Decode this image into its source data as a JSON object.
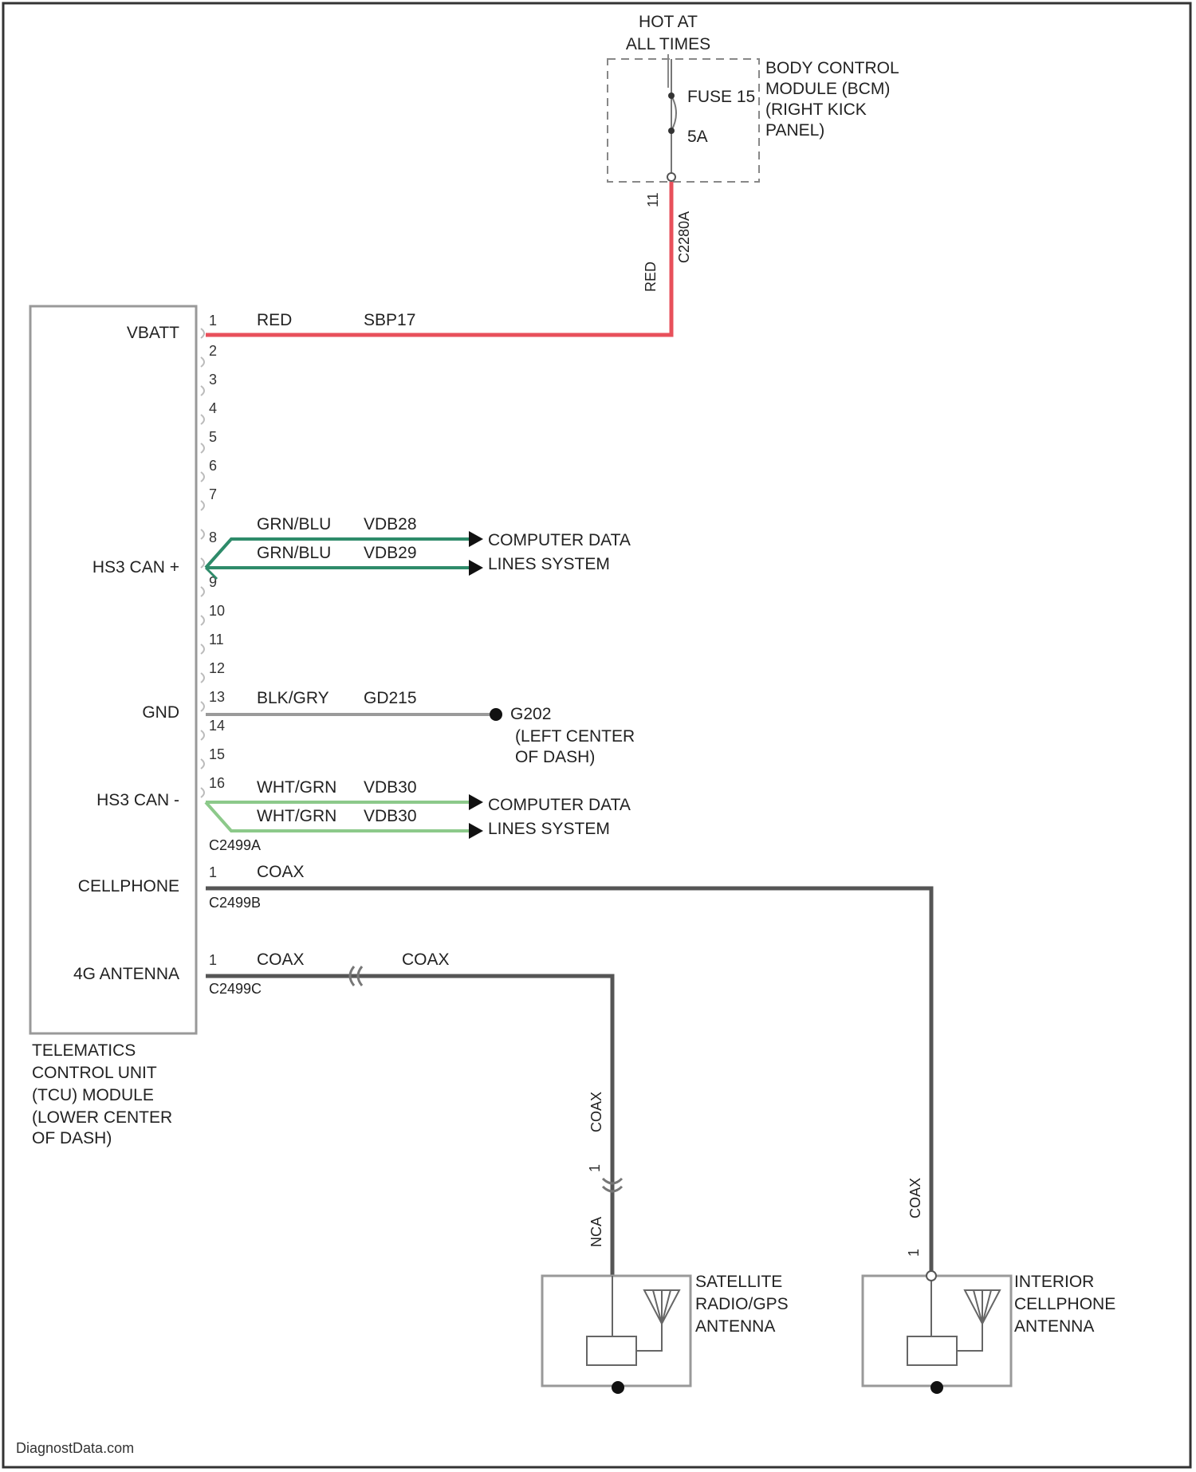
{
  "colors": {
    "red_wire": "#e8505b",
    "green_wire": "#2e8b6a",
    "light_green_wire": "#8cc98a",
    "gray_wire": "#9a9a9a",
    "coax": "#555555",
    "outline": "#999999"
  },
  "power": {
    "title_line1": "HOT AT",
    "title_line2": "ALL TIMES",
    "fuse_label": "FUSE 15",
    "fuse_rating": "5A",
    "bcm_line1": "BODY CONTROL",
    "bcm_line2": "MODULE (BCM)",
    "bcm_line3": "(RIGHT KICK",
    "bcm_line4": "PANEL)",
    "pin": "11",
    "connector": "C2280A",
    "wire_color": "RED"
  },
  "tcu": {
    "pin_labels": {
      "vbatt": "VBATT",
      "hs3_can_plus": "HS3 CAN +",
      "gnd": "GND",
      "hs3_can_minus": "HS3 CAN -",
      "cellphone": "CELLPHONE",
      "antenna_4g": "4G ANTENNA"
    },
    "caption_line1": "TELEMATICS",
    "caption_line2": "CONTROL UNIT",
    "caption_line3": "(TCU) MODULE",
    "caption_line4": "(LOWER CENTER",
    "caption_line5": "OF DASH)",
    "pins": [
      "1",
      "2",
      "3",
      "4",
      "5",
      "6",
      "7",
      "8",
      "9",
      "10",
      "11",
      "12",
      "13",
      "14",
      "15",
      "16"
    ]
  },
  "wires": {
    "vbatt": {
      "pin": "1",
      "color": "RED",
      "circuit": "SBP17"
    },
    "can_plus_a": {
      "color": "GRN/BLU",
      "circuit": "VDB28"
    },
    "can_plus_b": {
      "color": "GRN/BLU",
      "circuit": "VDB29"
    },
    "gnd": {
      "color": "BLK/GRY",
      "circuit": "GD215"
    },
    "can_minus_a": {
      "color": "WHT/GRN",
      "circuit": "VDB30"
    },
    "can_minus_b": {
      "color": "WHT/GRN",
      "circuit": "VDB30"
    },
    "cell_pin": "1",
    "cell_coax": "COAX",
    "antenna_pin": "1",
    "antenna_coax_1": "COAX",
    "antenna_coax_2": "COAX"
  },
  "connectors": {
    "c2499a": "C2499A",
    "c2499b": "C2499B",
    "c2499c": "C2499C"
  },
  "destinations": {
    "computer_data_line1": "COMPUTER DATA",
    "computer_data_line2": "LINES SYSTEM",
    "ground_point": "G202",
    "ground_line1": "(LEFT CENTER",
    "ground_line2": "OF DASH)"
  },
  "satellite": {
    "line1": "SATELLITE",
    "line2": "RADIO/GPS",
    "line3": "ANTENNA",
    "coax": "COAX",
    "pin": "1",
    "connector": "NCA"
  },
  "interior": {
    "line1": "INTERIOR",
    "line2": "CELLPHONE",
    "line3": "ANTENNA",
    "coax": "COAX",
    "pin": "1"
  },
  "footer": "DiagnostData.com"
}
